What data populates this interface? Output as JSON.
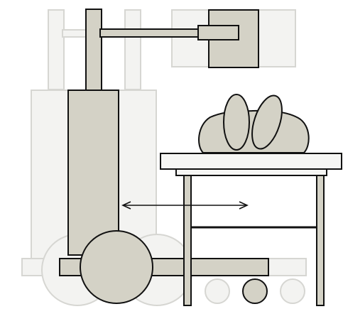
{
  "diagram": {
    "colors": {
      "background": "#ffffff",
      "ghost_fill": "#f3f3f1",
      "ghost_stroke": "#d6d6d2",
      "part_fill": "#d4d2c6",
      "table_fill": "#f6f6f4",
      "stroke": "#111111"
    },
    "parts": [
      "ghost-machine-background",
      "mast-column",
      "upper-arm",
      "gripper-head",
      "lower-body-column",
      "base-rail",
      "drive-wheel",
      "motion-arrow",
      "work-table",
      "bread-loaf",
      "small-rollers"
    ],
    "arrow": {
      "direction": "bidirectional-horizontal"
    }
  }
}
